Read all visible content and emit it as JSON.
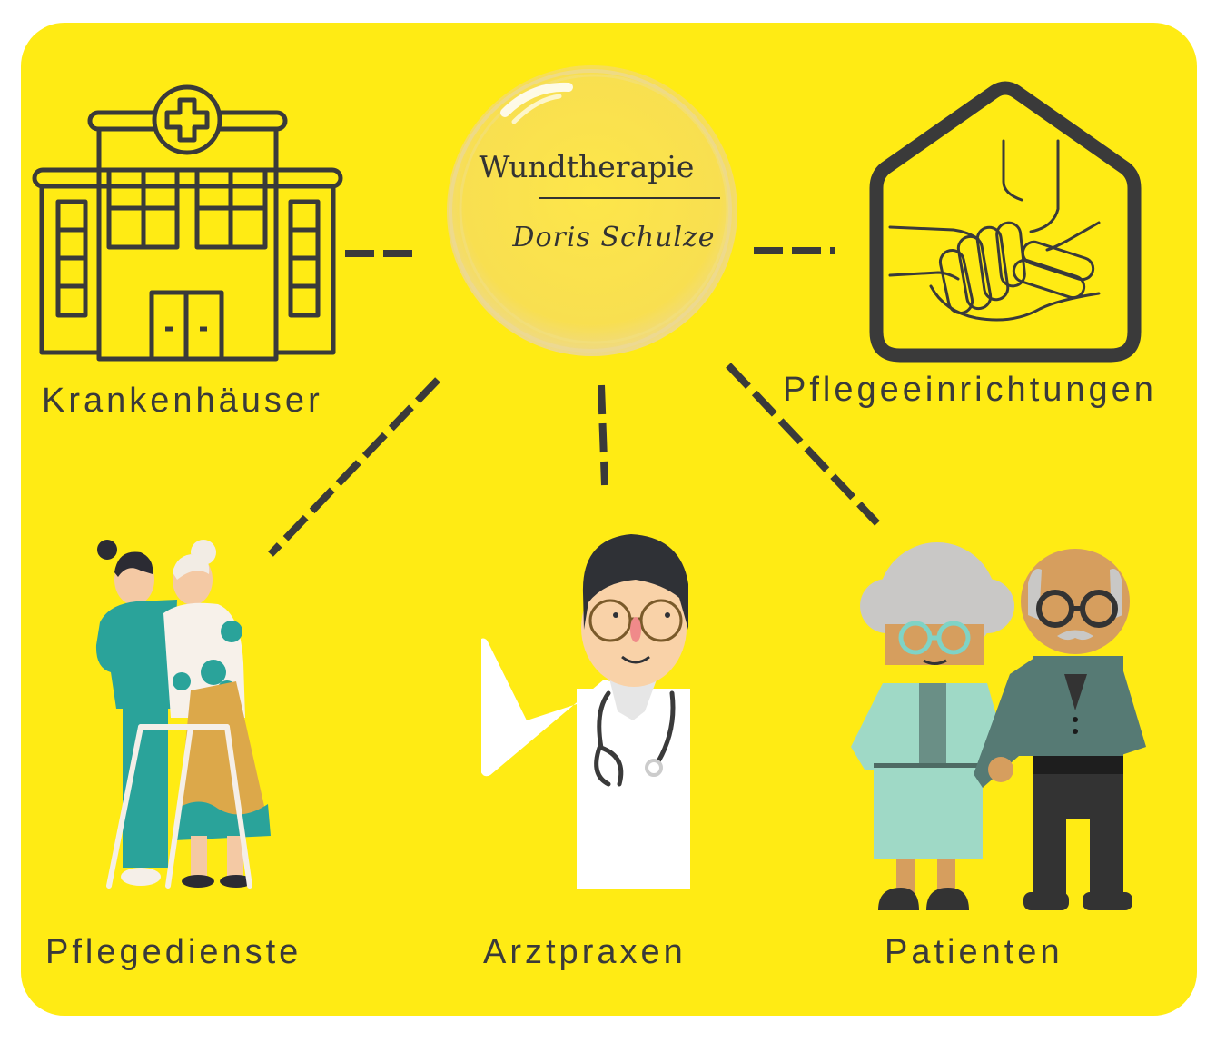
{
  "diagram": {
    "type": "hub-and-spoke network",
    "background_color": "#FFEB14",
    "line_color": "#3a3a3a",
    "hub": {
      "title": "Wundtherapie",
      "subtitle": "Doris Schulze",
      "icon": "brush-circle-logo"
    },
    "nodes": [
      {
        "id": "krankenhaeuser",
        "label": "Krankenhäuser",
        "icon": "hospital-icon",
        "position": "top-left"
      },
      {
        "id": "pflegeeinrichtungen",
        "label": "Pflegeeinrichtungen",
        "icon": "house-hands-icon",
        "position": "top-right"
      },
      {
        "id": "pflegedienste",
        "label": "Pflegedienste",
        "icon": "nurse-with-elderly-woman-illustration",
        "position": "bottom-left"
      },
      {
        "id": "arztpraxen",
        "label": "Arztpraxen",
        "icon": "doctor-illustration",
        "position": "bottom-center"
      },
      {
        "id": "patienten",
        "label": "Patienten",
        "icon": "elderly-couple-illustration",
        "position": "bottom-right"
      }
    ],
    "edges": [
      {
        "from": "hub",
        "to": "krankenhaeuser",
        "style": "dashed"
      },
      {
        "from": "hub",
        "to": "pflegeeinrichtungen",
        "style": "dashed"
      },
      {
        "from": "hub",
        "to": "pflegedienste",
        "style": "dashed"
      },
      {
        "from": "hub",
        "to": "arztpraxen",
        "style": "dashed"
      },
      {
        "from": "hub",
        "to": "patienten",
        "style": "dashed"
      }
    ]
  }
}
